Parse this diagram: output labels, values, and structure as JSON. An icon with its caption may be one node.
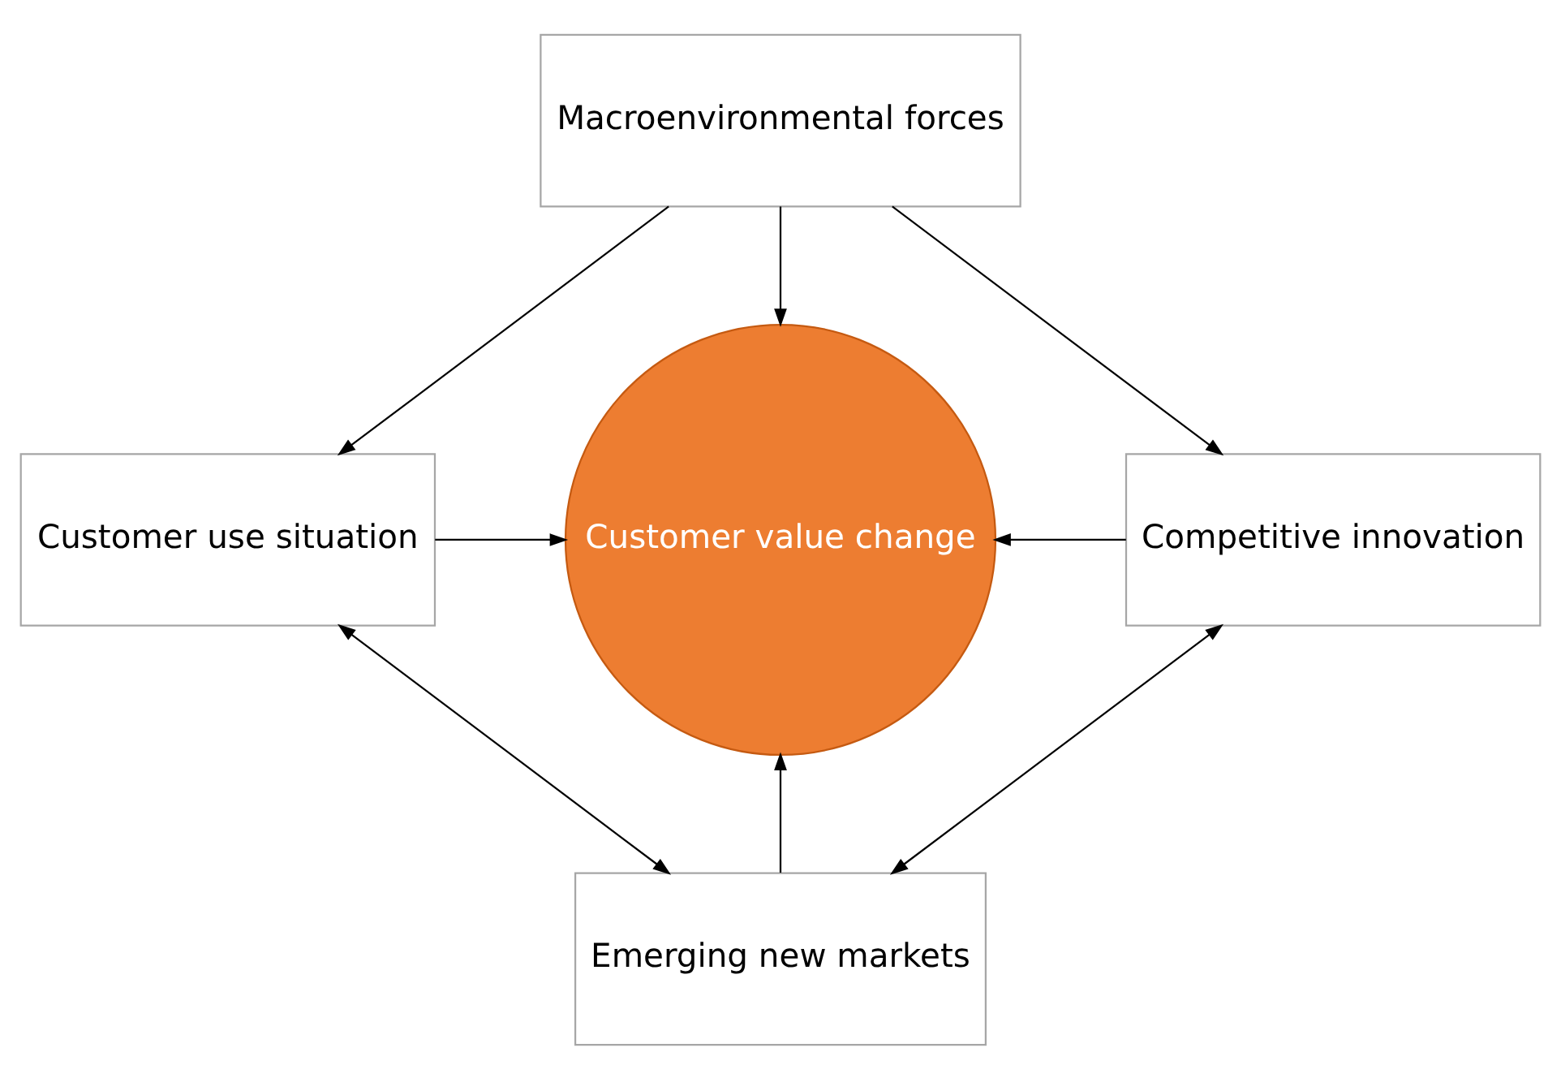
{
  "diagram": {
    "nodes": [
      {
        "text": [
          "Macroenvironmental forces"
        ]
      },
      {
        "text": [
          "Customer use situation"
        ]
      },
      {
        "text": [
          "Customer value change"
        ]
      },
      {
        "text": [
          "Competitive innovation"
        ]
      },
      {
        "text": [
          "Emerging new markets"
        ]
      }
    ],
    "edges": [
      {
        "from": 0,
        "to": 1,
        "arrow": "to"
      },
      {
        "from": 0,
        "to": 2,
        "arrow": "to"
      },
      {
        "from": 0,
        "to": 3,
        "arrow": "to"
      },
      {
        "from": 1,
        "to": 2,
        "arrow": "to"
      },
      {
        "from": 3,
        "to": 2,
        "arrow": "to"
      },
      {
        "from": 4,
        "to": 2,
        "arrow": "to"
      },
      {
        "from": 1,
        "to": 4,
        "arrow": "both"
      },
      {
        "from": 3,
        "to": 4,
        "arrow": "both"
      }
    ]
  }
}
